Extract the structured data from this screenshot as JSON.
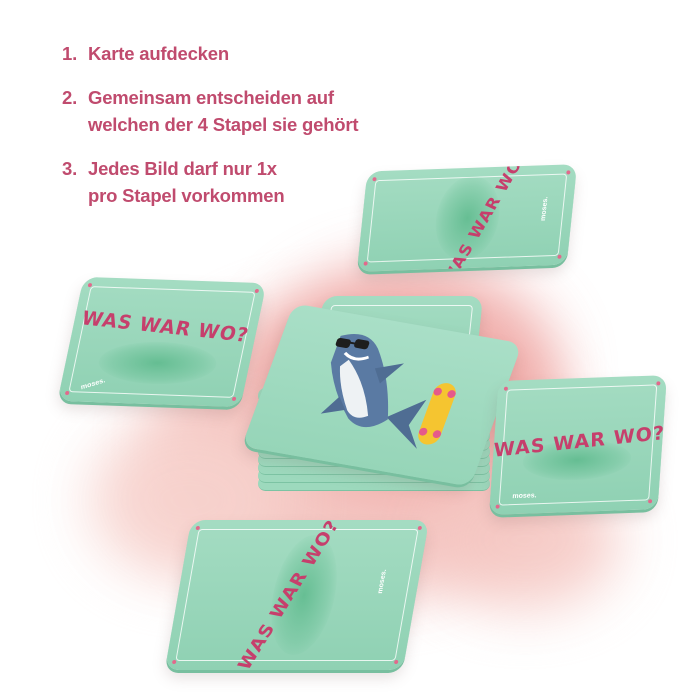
{
  "instructions": [
    {
      "number": "1.",
      "text": "Karte aufdecken"
    },
    {
      "number": "2.",
      "text": "Gemeinsam entscheiden auf\nwelchen der 4 Stapel sie gehört"
    },
    {
      "number": "3.",
      "text": "Jedes Bild darf nur 1x\npro Stapel vorkommen"
    }
  ],
  "cards": {
    "title": "WAS WAR WO?",
    "brand": "moses."
  },
  "colors": {
    "card_mint": "#a4dcc2",
    "title_pink": "#c63f6c",
    "text_pink": "#c04b6e",
    "splash_pink": "#f2b5b1"
  }
}
